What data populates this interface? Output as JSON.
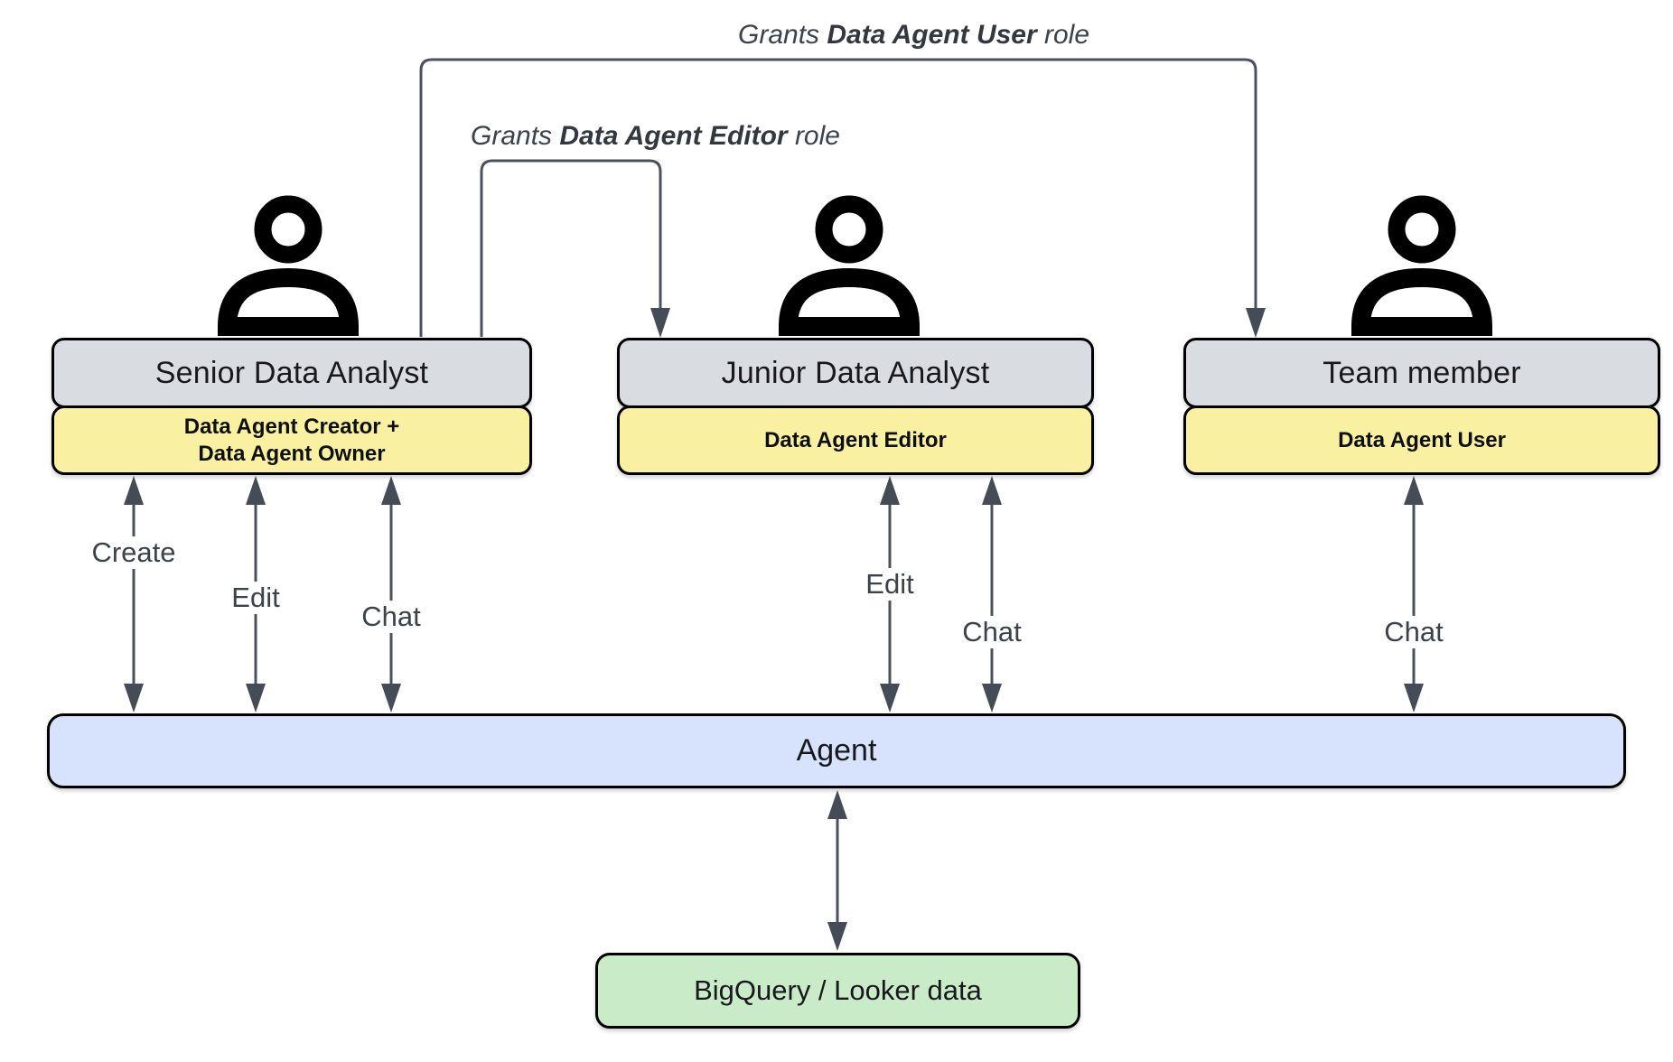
{
  "colors": {
    "canvas_bg": "#ffffff",
    "actor_bg": "#d9dde2",
    "role_bg": "#faf0a1",
    "agent_bg": "#d7e3fc",
    "datastore_bg": "#c9ebc8",
    "line": "#4b525b",
    "arrow": "#454c55",
    "border": "#000000",
    "label_text": "#3c4249",
    "title_text": "#17191c"
  },
  "grants_editor": {
    "prefix": "Grants ",
    "bold": "Data Agent Editor",
    "suffix": " role"
  },
  "grants_user": {
    "prefix": "Grants ",
    "bold": "Data Agent User",
    "suffix": " role"
  },
  "actors": [
    {
      "icon": "person-icon",
      "title": "Senior Data Analyst",
      "role_line1": "Data Agent Creator +",
      "role_line2": "Data Agent Owner"
    },
    {
      "icon": "person-icon",
      "title": "Junior Data Analyst",
      "role_line1": "Data Agent Editor",
      "role_line2": ""
    },
    {
      "icon": "person-icon",
      "title": "Team member",
      "role_line1": "Data Agent User",
      "role_line2": ""
    }
  ],
  "action_labels": {
    "senior_create": "Create",
    "senior_edit": "Edit",
    "senior_chat": "Chat",
    "junior_edit": "Edit",
    "junior_chat": "Chat",
    "team_chat": "Chat"
  },
  "agent": {
    "label": "Agent"
  },
  "datastore": {
    "label": "BigQuery / Looker data"
  }
}
